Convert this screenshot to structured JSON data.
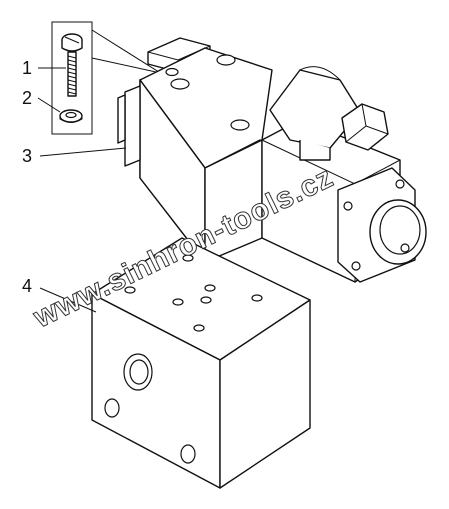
{
  "callouts": [
    {
      "id": "1",
      "label": "1"
    },
    {
      "id": "2",
      "label": "2"
    },
    {
      "id": "3",
      "label": "3"
    },
    {
      "id": "4",
      "label": "4"
    }
  ],
  "watermark": "www.sinhron-tools.cz",
  "colors": {
    "ink": "#111111",
    "paper": "#ffffff"
  }
}
